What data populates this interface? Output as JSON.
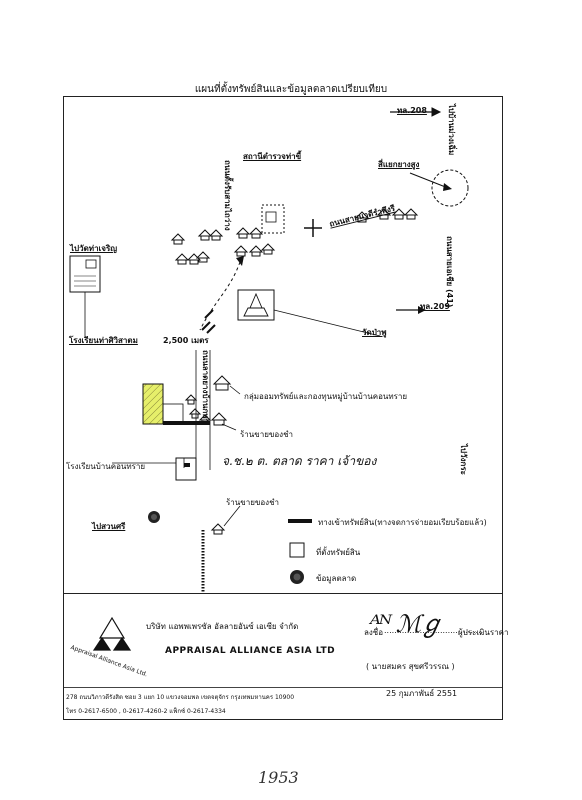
{
  "title": "แผนที่ตั้งทรัพย์สินและข้อมูลตลาดเปรียบเทียบ",
  "map": {
    "road_208": "ทล.208",
    "to_ban_muang": "ไปบ้านม่วงเฉิ่ม",
    "police_station": "สถานีตำรวจท่าขี้",
    "village_road": "ถนนตั้งรับสามไถว่าง",
    "junction": "สี่แยกยางสูง",
    "main_road": "ถนนสายนาดีรำพึงรี",
    "to_wat": "ไปวัดท่าเจริญ",
    "highway_41": "ถนนสายเอเชีย (41)",
    "road_209": "ทล.209",
    "distance": "2,500 เมตร",
    "school_top": "โรงเรียนท่าศิวิสาตม",
    "temple": "วัดป่าพู",
    "lane_road": "ถนนลาดยางบ้านกพว",
    "savings_group": "กลุ่มออมทรัพย์และกองทุนหมู่บ้านบ้านคอนทราย",
    "shop_1": "ร้านขายของชำ",
    "school_bottom": "โรงเรียนบ้านคอนทราย",
    "to_surin": "ไปวังกระ",
    "shop_2": "ร้านขายของชำ",
    "to_suan_sri": "ไปสวนศรี"
  },
  "handwriting": "จ.ช.๒ ต. ตลาด ราคา เจ้าของ",
  "legend": {
    "access_road": "ทางเข้าทรัพย์สิน(ทางจดการจ่ายอมเรียบร้อยแล้ว)",
    "property": "ที่ตั้งทรัพย์สิน",
    "market_data": "ข้อมูลตลาด"
  },
  "footer": {
    "logo_text": "Appraisal Alliance Asia Ltd.",
    "company_th": "บริษัท แอพพเพรซัล อัลลายอันซ์ เอเซีย จำกัด",
    "company_en": "APPRAISAL ALLIANCE ASIA LTD",
    "sign_prefix": "ลงชื่อ",
    "sign_dots": ".......................................",
    "appraiser_role": "ผู้ประเมินราคา",
    "appraiser_name": "( นายสมคร สุขศรีวรรณ )",
    "date": "25 กุมภาพันธ์ 2551",
    "address": "278 ถนนวิภาวดีรังสิต ซอย 3 แยก 10 แขวงจอมพล เขตจตุจักร กรุงเทพมหานคร 10900",
    "phone": "โทร 0-2617-6500 , 0-2617-4260-2 แฟ็กซ์ 0-2617-4334"
  },
  "page_note": "1953",
  "colors": {
    "ink": "#111111",
    "property_fill": "#e6ef6a",
    "access_road": "#111111"
  }
}
